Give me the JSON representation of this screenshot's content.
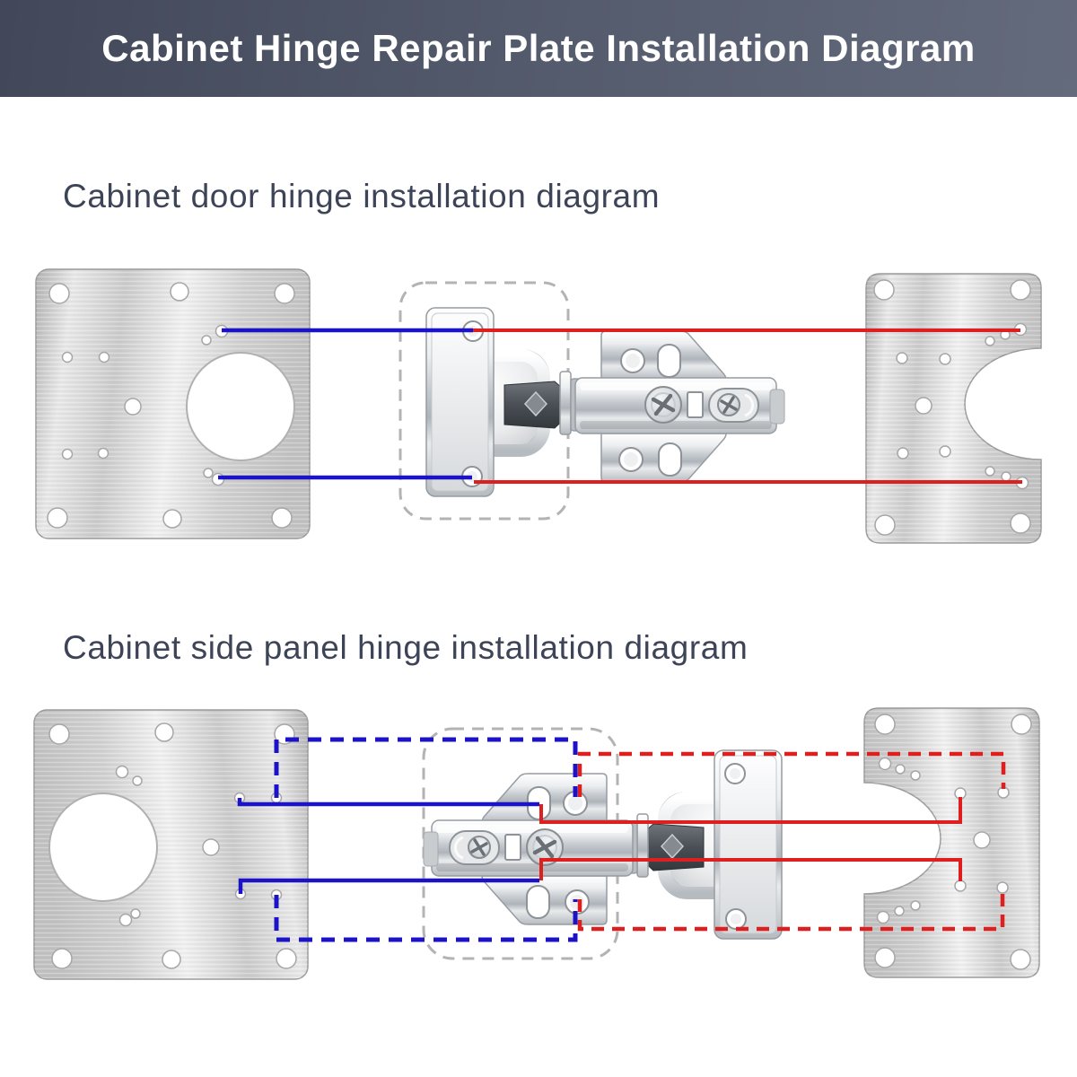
{
  "banner": {
    "title": "Cabinet Hinge Repair Plate Installation Diagram"
  },
  "sections": [
    {
      "title": "Cabinet door hinge installation diagram"
    },
    {
      "title": "Cabinet side panel hinge installation diagram"
    }
  ],
  "colors": {
    "banner_bg_left": "#424859",
    "banner_bg_mid": "#535a6c",
    "banner_bg_right": "#646b7d",
    "banner_text": "#ffffff",
    "section_title": "#3d4458",
    "connector_blue": "#1c13c9",
    "connector_red": "#de1f1f",
    "outline_dash_gray": "#b3b3b3",
    "plate_metal_light": "#f2f2f2",
    "plate_metal_dark": "#b9b9b9"
  }
}
